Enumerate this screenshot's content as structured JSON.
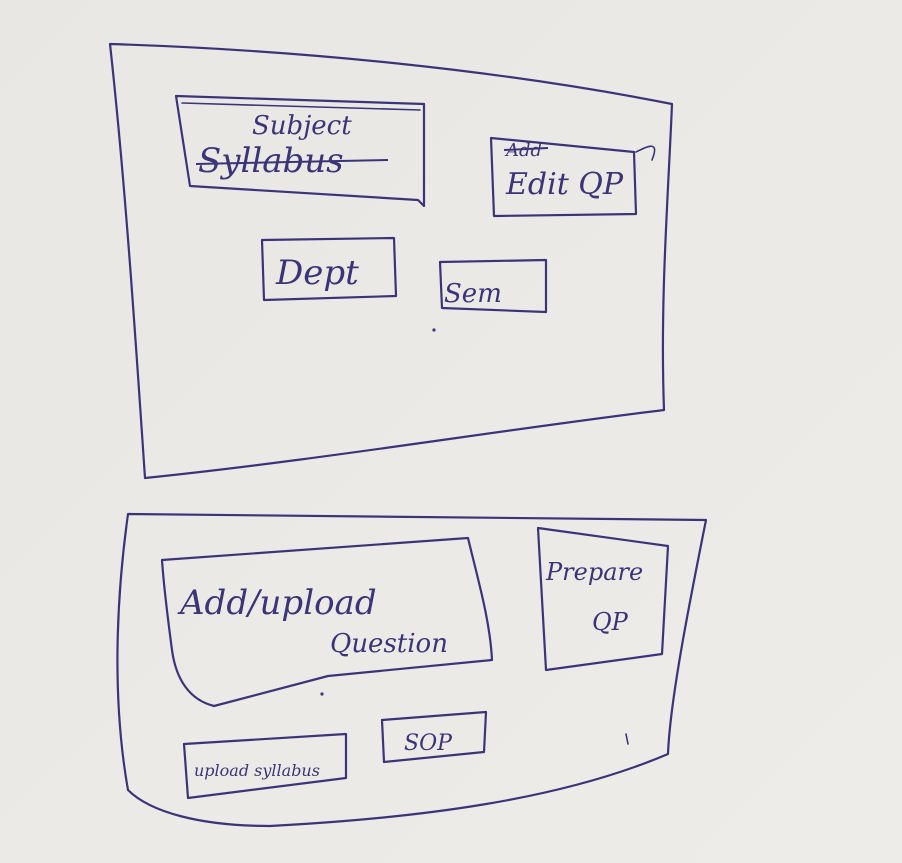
{
  "panel_top": {
    "subject_box": {
      "label": "Subject",
      "struck_label": "Syllabus"
    },
    "edit_qp_box": {
      "struck_label": "Add",
      "label": "Edit QP"
    },
    "dept_box": {
      "label": "Dept"
    },
    "sem_box": {
      "label": "Sem"
    }
  },
  "panel_bottom": {
    "add_upload_box": {
      "label_line1": "Add/upload",
      "label_line2": "Question"
    },
    "prepare_qp_box": {
      "label_line1": "Prepare",
      "label_line2": "QP"
    },
    "upload_syllabus_box": {
      "label": "upload syllabus"
    },
    "sop_box": {
      "label": "SOP"
    }
  },
  "colors": {
    "paper": "#ebe9e5",
    "ink": "#3b3478"
  }
}
